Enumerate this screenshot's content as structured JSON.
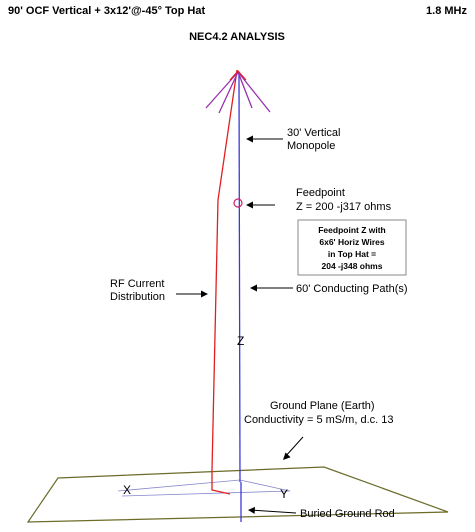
{
  "header": {
    "title": "90' OCF Vertical + 3x12'@-45° Top Hat",
    "frequency": "1.8 MHz",
    "subtitle": "NEC4.2 ANALYSIS"
  },
  "annotations": {
    "monopole": [
      "30' Vertical",
      "Monopole"
    ],
    "feedpoint": [
      "Feedpoint",
      "Z = 200 -j317 ohms"
    ],
    "rf_current": [
      "RF Current",
      "Distribution"
    ],
    "conducting": "60' Conducting Path(s)",
    "ground_plane": [
      "Ground Plane (Earth)",
      "Conductivity = 5 mS/m, d.c. 13"
    ],
    "ground_rod": "Buried Ground Rod"
  },
  "info_box": [
    "Feedpoint Z with",
    "6x6' Horiz Wires",
    "in Top Hat =",
    "204 -j348 ohms"
  ],
  "axes": {
    "z": "Z",
    "x": "X",
    "y": "Y"
  },
  "colors": {
    "wire": "#3a3ad8",
    "current": "#e02020",
    "ground": "#6b6b2a",
    "tophat": "#9a2fb0",
    "feed_marker": "#d0206a",
    "box_border": "#8a8a8a"
  }
}
